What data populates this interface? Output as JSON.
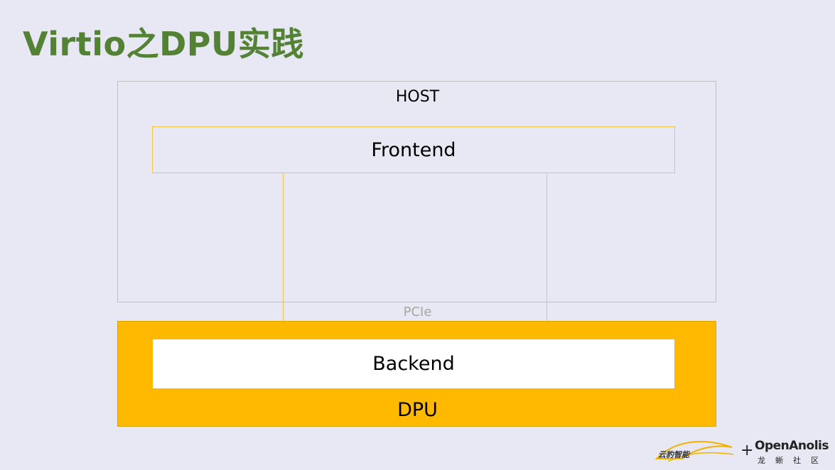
{
  "title": "Virtio之DPU实践",
  "diagram": {
    "host_label": "HOST",
    "frontend_label": "Frontend",
    "pcie_label": "PCIe",
    "backend_label": "Backend",
    "dpu_label": "DPU"
  },
  "logos": {
    "left_logo_text": "云豹智能",
    "plus": "+",
    "right_logo_text": "OpenAnolis",
    "right_logo_subtitle": "龙蜥社区"
  },
  "colors": {
    "title": "#548235",
    "dpu_fill": "#ffb900",
    "connector": "#f4c542",
    "background": "#e7e8f3"
  }
}
